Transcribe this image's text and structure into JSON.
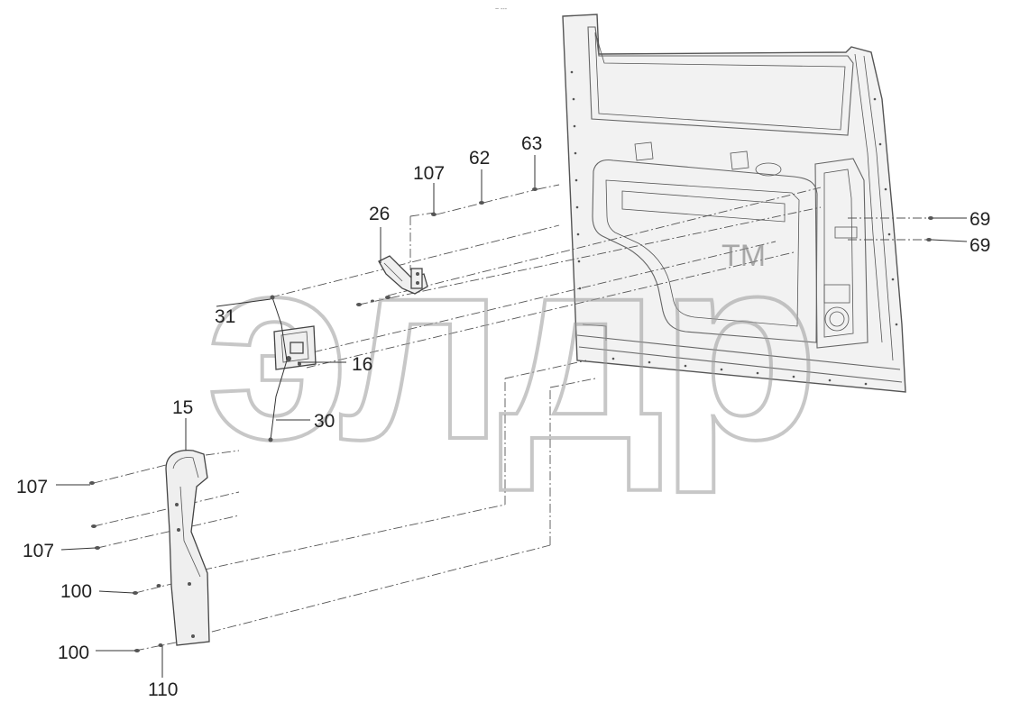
{
  "watermark": {
    "text": "элдр",
    "trademark": "TM"
  },
  "header_mark": "~ ---",
  "callouts": [
    {
      "id": "c-107-top",
      "label": "107"
    },
    {
      "id": "c-62",
      "label": "62"
    },
    {
      "id": "c-63",
      "label": "63"
    },
    {
      "id": "c-26",
      "label": "26"
    },
    {
      "id": "c-69-a",
      "label": "69"
    },
    {
      "id": "c-69-b",
      "label": "69"
    },
    {
      "id": "c-31",
      "label": "31"
    },
    {
      "id": "c-16",
      "label": "16"
    },
    {
      "id": "c-30",
      "label": "30"
    },
    {
      "id": "c-15",
      "label": "15"
    },
    {
      "id": "c-107-left-a",
      "label": "107"
    },
    {
      "id": "c-107-left-b",
      "label": "107"
    },
    {
      "id": "c-100-a",
      "label": "100"
    },
    {
      "id": "c-100-b",
      "label": "100"
    },
    {
      "id": "c-110",
      "label": "110"
    }
  ]
}
